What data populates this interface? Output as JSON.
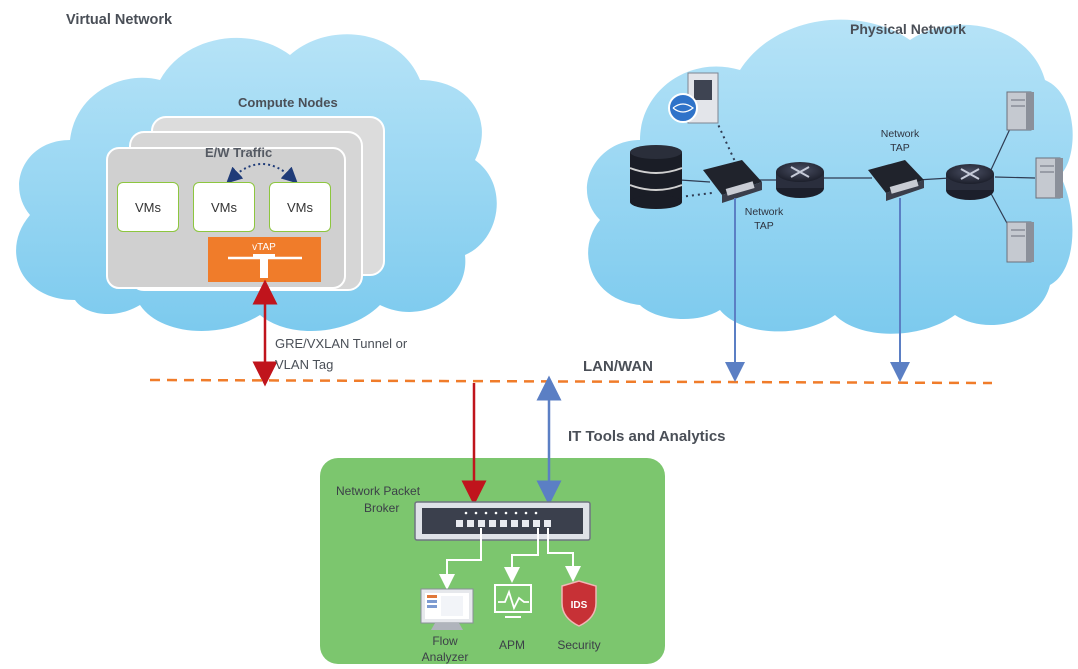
{
  "virtual_network": {
    "title": "Virtual Network",
    "compute_nodes_label": "Compute Nodes",
    "ew_traffic_label": "E/W Traffic",
    "vms": [
      "VMs",
      "VMs",
      "VMs"
    ],
    "vtap_label": "vTAP"
  },
  "physical_network": {
    "title": "Physical Network",
    "tap_label_top_1": "Network",
    "tap_label_top_2": "TAP",
    "tap_label_bottom_1": "Network",
    "tap_label_bottom_2": "TAP"
  },
  "tunnel": {
    "line1": "GRE/VXLAN Tunnel or",
    "line2": "VLAN Tag"
  },
  "lan_wan_label": "LAN/WAN",
  "it_tools_label": "IT Tools and Analytics",
  "broker": {
    "label_line1": "Network Packet",
    "label_line2": "Broker",
    "tools": {
      "flow_line1": "Flow",
      "flow_line2": "Analyzer",
      "apm": "APM",
      "security": "Security",
      "ids": "IDS"
    }
  },
  "colors": {
    "cloud": "#8fd1f0",
    "compute_card": "#d4d4d4",
    "vm_border": "#8dc63f",
    "vtap": "#f07c2a",
    "lan_line": "#f07c2a",
    "red_arrow": "#c0141c",
    "blue_arrow": "#5b7fc4",
    "tools_box": "#7cc66e"
  }
}
